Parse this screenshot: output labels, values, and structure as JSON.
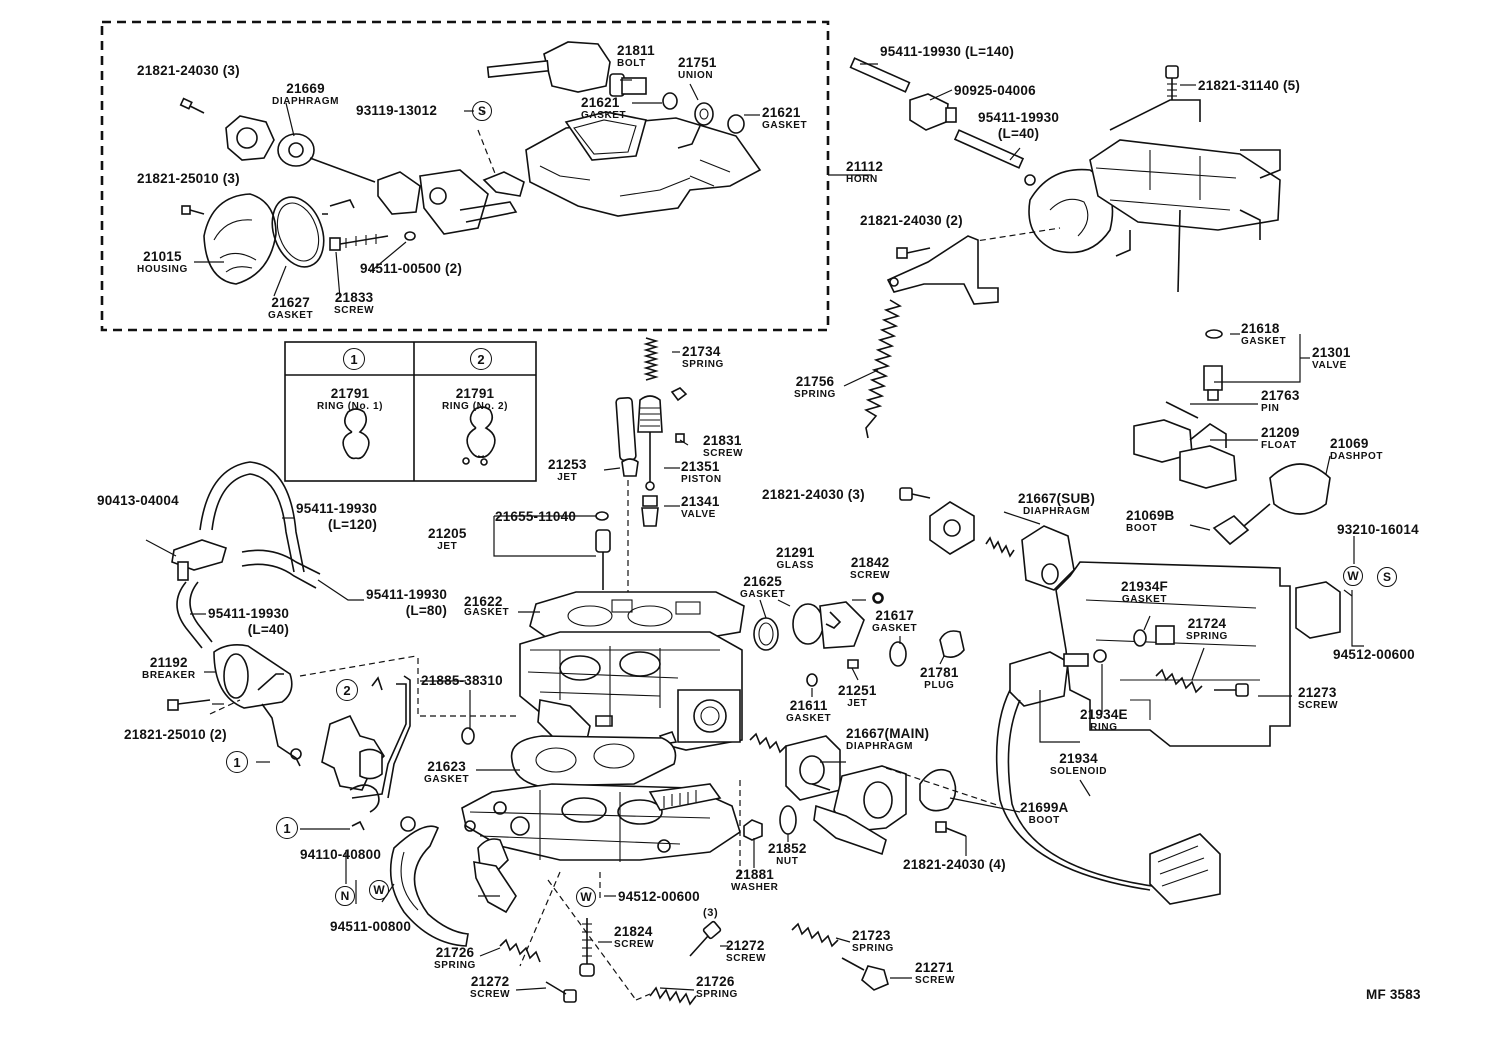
{
  "figure_code": "MF 3583",
  "inset": {
    "col1_symbol": "1",
    "col2_symbol": "2",
    "col1_part": "21791",
    "col1_name": "RING (No. 1)",
    "col2_part": "21791",
    "col2_name": "RING (No. 2)"
  },
  "parts": [
    {
      "n": "21821-24030 (3)",
      "s": ""
    },
    {
      "n": "21669",
      "s": "DIAPHRAGM"
    },
    {
      "n": "93119-13012",
      "s": ""
    },
    {
      "n": "21811",
      "s": "BOLT"
    },
    {
      "n": "21751",
      "s": "UNION"
    },
    {
      "n": "21621",
      "s": "GASKET"
    },
    {
      "n": "21621",
      "s": "GASKET"
    },
    {
      "n": "21821-25010 (3)",
      "s": ""
    },
    {
      "n": "21112",
      "s": "HORN"
    },
    {
      "n": "21015",
      "s": "HOUSING"
    },
    {
      "n": "94511-00500 (2)",
      "s": ""
    },
    {
      "n": "21627",
      "s": "GASKET"
    },
    {
      "n": "21833",
      "s": "SCREW"
    },
    {
      "n": "95411-19930 (L=140)",
      "s": ""
    },
    {
      "n": "90925-04006",
      "s": ""
    },
    {
      "n": "95411-19930",
      "s": "(L=40)"
    },
    {
      "n": "21821-31140 (5)",
      "s": ""
    },
    {
      "n": "21821-24030 (2)",
      "s": ""
    },
    {
      "n": "21756",
      "s": "SPRING"
    },
    {
      "n": "21618",
      "s": "GASKET"
    },
    {
      "n": "21301",
      "s": "VALVE"
    },
    {
      "n": "21763",
      "s": "PIN"
    },
    {
      "n": "21209",
      "s": "FLOAT"
    },
    {
      "n": "21069",
      "s": "DASHPOT"
    },
    {
      "n": "21069B",
      "s": "BOOT"
    },
    {
      "n": "93210-16014",
      "s": ""
    },
    {
      "n": "94512-00600",
      "s": ""
    },
    {
      "n": "21734",
      "s": "SPRING"
    },
    {
      "n": "21831",
      "s": "SCREW"
    },
    {
      "n": "21253",
      "s": "JET"
    },
    {
      "n": "21351",
      "s": "PISTON"
    },
    {
      "n": "21341",
      "s": "VALVE"
    },
    {
      "n": "21655-11040",
      "s": ""
    },
    {
      "n": "21205",
      "s": "JET"
    },
    {
      "n": "21622",
      "s": "GASKET"
    },
    {
      "n": "90413-04004",
      "s": ""
    },
    {
      "n": "95411-19930",
      "s": "(L=120)"
    },
    {
      "n": "95411-19930",
      "s": "(L=80)"
    },
    {
      "n": "95411-19930",
      "s": "(L=40)"
    },
    {
      "n": "21192",
      "s": "BREAKER"
    },
    {
      "n": "21821-25010 (2)",
      "s": ""
    },
    {
      "n": "21885-38310",
      "s": ""
    },
    {
      "n": "21821-24030 (3)",
      "s": ""
    },
    {
      "n": "21667(SUB)",
      "s": "DIAPHRAGM"
    },
    {
      "n": "21291",
      "s": "GLASS"
    },
    {
      "n": "21842",
      "s": "SCREW"
    },
    {
      "n": "21625",
      "s": "GASKET"
    },
    {
      "n": "21617",
      "s": "GASKET"
    },
    {
      "n": "21934F",
      "s": "GASKET"
    },
    {
      "n": "21724",
      "s": "SPRING"
    },
    {
      "n": "21781",
      "s": "PLUG"
    },
    {
      "n": "21251",
      "s": "JET"
    },
    {
      "n": "21611",
      "s": "GASKET"
    },
    {
      "n": "21273",
      "s": "SCREW"
    },
    {
      "n": "21934E",
      "s": "RING"
    },
    {
      "n": "21667(MAIN)",
      "s": "DIAPHRAGM"
    },
    {
      "n": "21934",
      "s": "SOLENOID"
    },
    {
      "n": "21699A",
      "s": "BOOT"
    },
    {
      "n": "21623",
      "s": "GASKET"
    },
    {
      "n": "21852",
      "s": "NUT"
    },
    {
      "n": "21881",
      "s": "WASHER"
    },
    {
      "n": "21821-24030 (4)",
      "s": ""
    },
    {
      "n": "94110-40800",
      "s": ""
    },
    {
      "n": "94511-00800",
      "s": ""
    },
    {
      "n": "94512-00600",
      "s": ""
    },
    {
      "n": "21824",
      "s": "SCREW"
    },
    {
      "n": "(3)",
      "s": ""
    },
    {
      "n": "21272",
      "s": "SCREW"
    },
    {
      "n": "21723",
      "s": "SPRING"
    },
    {
      "n": "21726",
      "s": "SPRING"
    },
    {
      "n": "21271",
      "s": "SCREW"
    },
    {
      "n": "21272",
      "s": "SCREW"
    },
    {
      "n": "21726",
      "s": "SPRING"
    }
  ],
  "symbols": {
    "s1": "S",
    "s2": "S",
    "w1": "W",
    "w2": "W",
    "w3": "W",
    "n1": "N",
    "c1a": "1",
    "c1b": "1",
    "c2": "2"
  }
}
